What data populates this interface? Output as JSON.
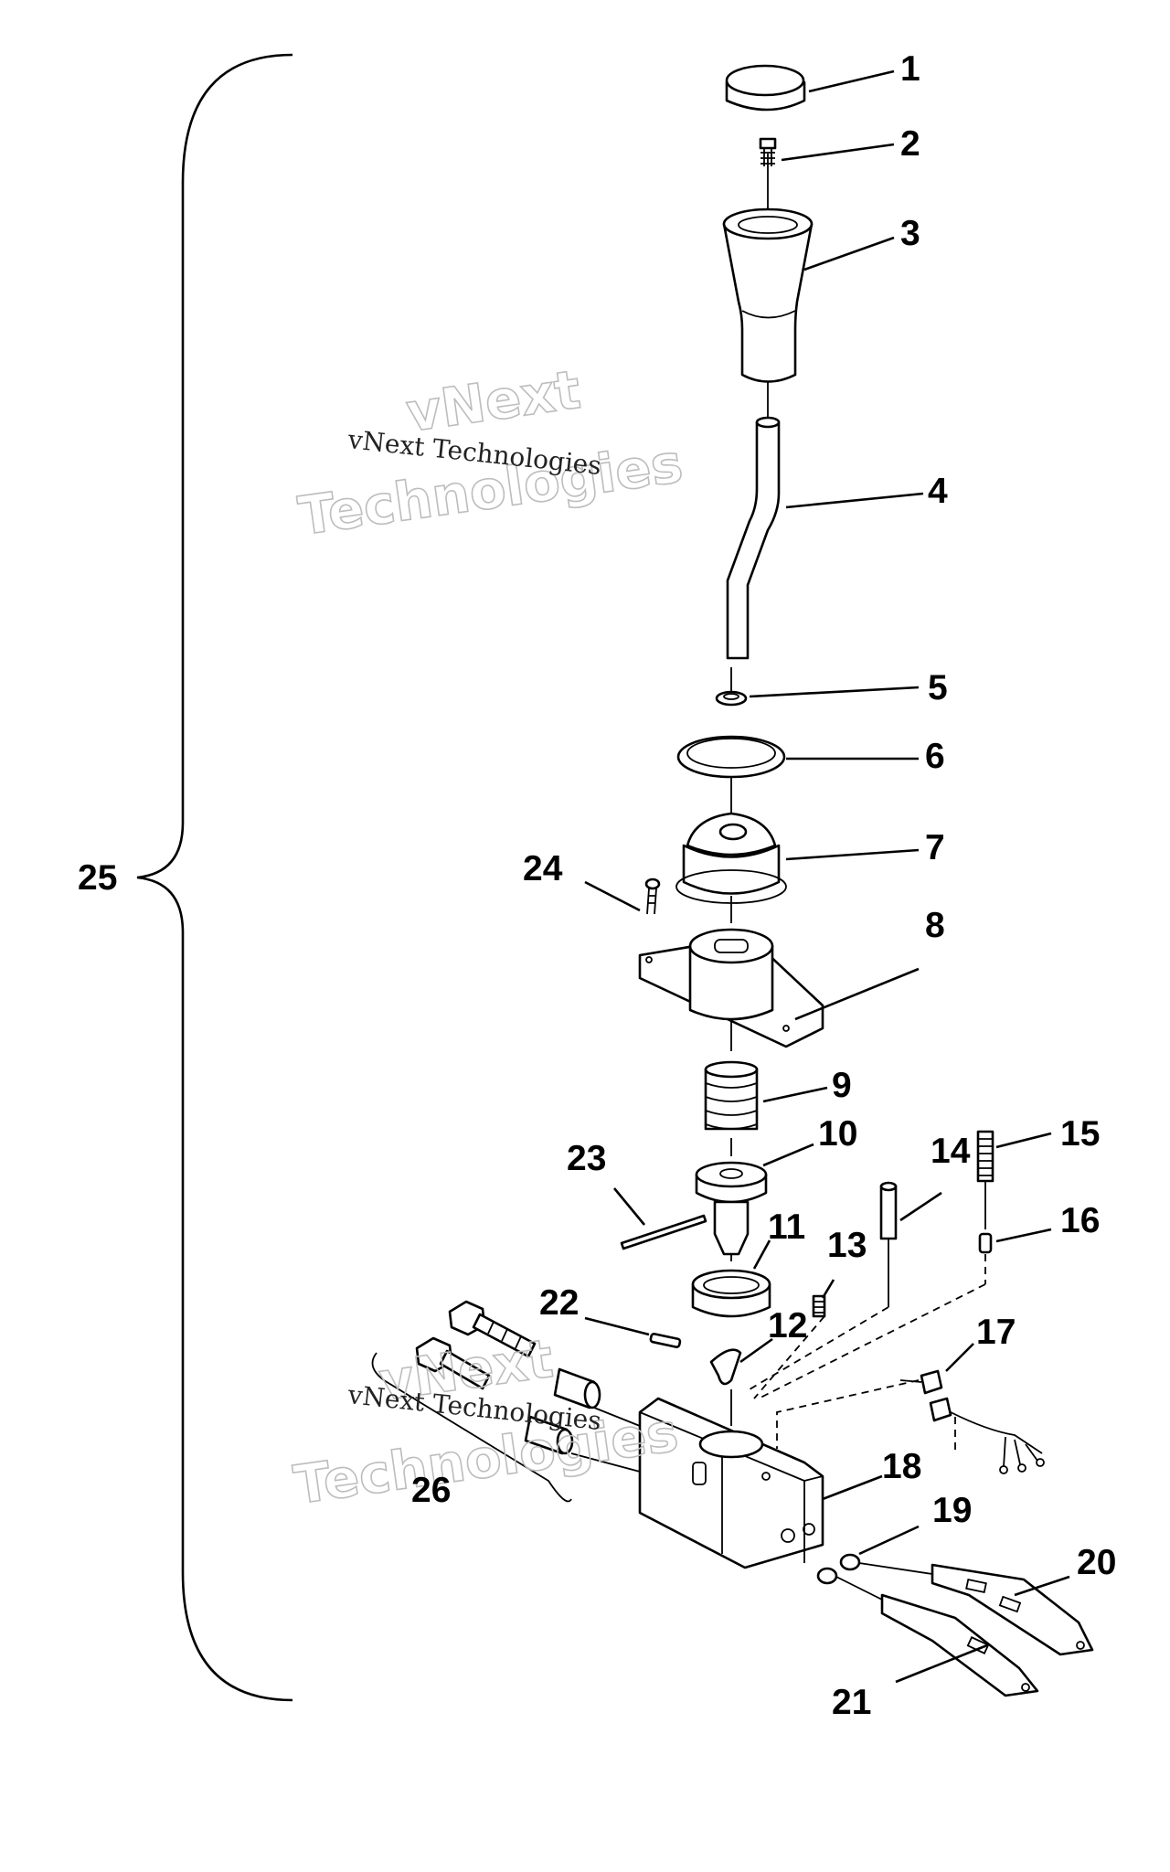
{
  "callouts": [
    "1",
    "2",
    "3",
    "4",
    "5",
    "6",
    "7",
    "8",
    "9",
    "10",
    "11",
    "12",
    "13",
    "14",
    "15",
    "16",
    "17",
    "18",
    "19",
    "20",
    "21",
    "22",
    "23",
    "24",
    "25",
    "26"
  ],
  "watermark": {
    "small_text": "vNext Technologies",
    "big_line1": "vNext",
    "big_line2": "Technologies"
  }
}
